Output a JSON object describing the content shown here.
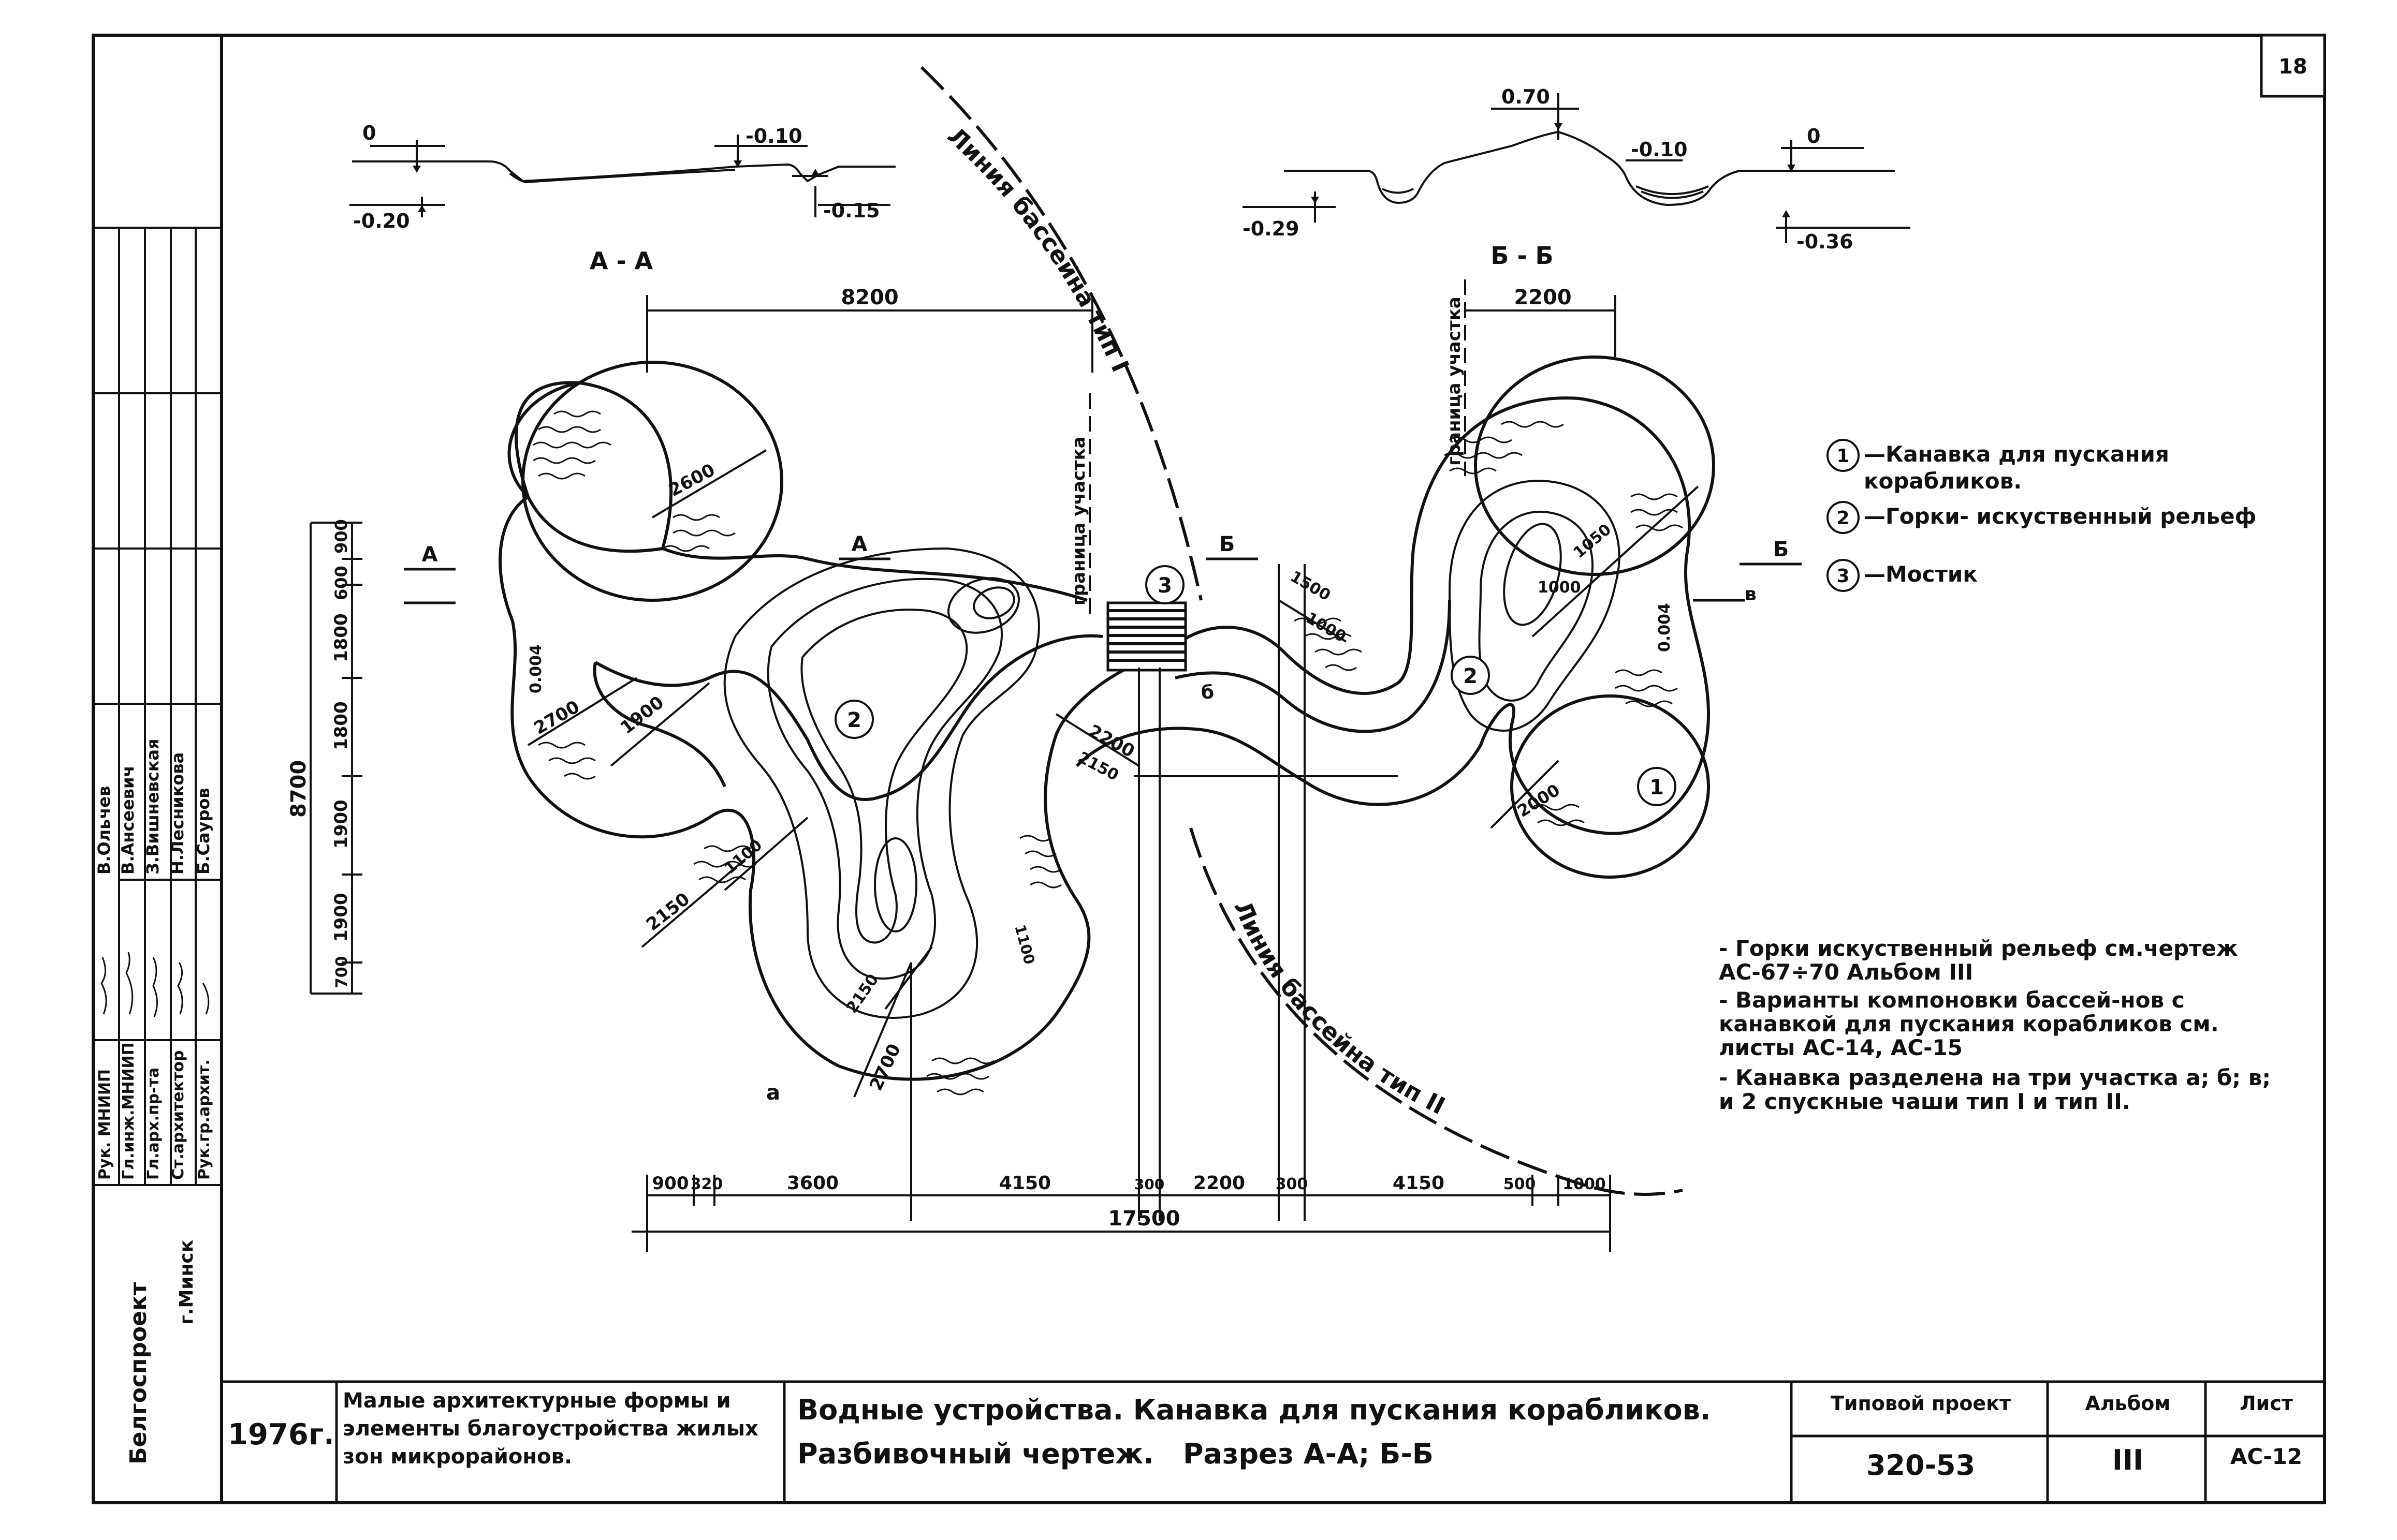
{
  "sheet": {
    "number": "18"
  },
  "sections": {
    "aa": {
      "title": "А - А",
      "levels": [
        "0",
        "-0.10",
        "-0.20",
        "-0.15"
      ]
    },
    "bb": {
      "title": "Б - Б",
      "levels": [
        "0.70",
        "-0.10",
        "0",
        "-0.29",
        "-0.36"
      ]
    }
  },
  "plan": {
    "line_labels": {
      "upper": "Линия бассейна тип I",
      "lower": "Линия бассейна тип II"
    },
    "boundary_labels": [
      "граница участка",
      "граница участка"
    ],
    "section_marks": [
      "А",
      "А",
      "Б",
      "Б"
    ],
    "zone_labels": [
      "а",
      "б",
      "в"
    ],
    "numbers": [
      "1",
      "2",
      "2",
      "3"
    ],
    "dims_top": [
      "8200",
      "2200"
    ],
    "dims_left": [
      "900",
      "600",
      "1800",
      "1800",
      "1900",
      "1900",
      "700"
    ],
    "dim_left_total": "8700",
    "dims_bottom": [
      "900",
      "320",
      "3600",
      "4150",
      "300",
      "2200",
      "300",
      "4150",
      "500",
      "1000"
    ],
    "dim_bottom_total": "17500",
    "dims_inner": [
      "2600",
      "2700",
      "1900",
      "2150",
      "1100",
      "2150",
      "2700",
      "2200",
      "2150",
      "0.004",
      "0.004",
      "2000",
      "1050",
      "1500",
      "1000",
      "1100",
      "1000"
    ]
  },
  "legend": [
    {
      "num": "1",
      "text": "—Канавка для пускания корабликов."
    },
    {
      "num": "2",
      "text": "—Горки- искуственный рельеф"
    },
    {
      "num": "3",
      "text": "—Мостик"
    }
  ],
  "notes": [
    "- Горки искуственный рельеф см.чертеж АС-67÷70 Альбом III",
    "- Варианты компоновки бассей-нов с канавкой для пускания корабликов см. листы АС-14, АС-15",
    "- Канавка разделена на три участка а; б; в; и 2 спускные чаши тип I и тип II."
  ],
  "left_stamp": {
    "roles": [
      "Рук. МНИИП",
      "Гл.инж.МНИИП",
      "Гл.арх.пр-та",
      "Ст.архитектор",
      "Рук.гр.архит."
    ],
    "names": [
      "В.Ольчев",
      "В.Ансеевич",
      "З.Вишневская",
      "Н.Лесникова",
      "Б.Сауров"
    ],
    "org": "Белгоспроект",
    "city": "г.Минск"
  },
  "title_block": {
    "year": "1976г.",
    "subject": "Малые архитектурные формы и элементы благоустройства жилых зон микрорайонов.",
    "title": "Водные устройства. Канавка для пускания корабликов.",
    "subtitle": "Разбивочный чертеж.   Разрез А-А; Б-Б",
    "project_label": "Типовой проект",
    "project_value": "320-53",
    "album_label": "Альбом",
    "album_value": "III",
    "sheet_label": "Лист",
    "sheet_value": "АС-12"
  }
}
